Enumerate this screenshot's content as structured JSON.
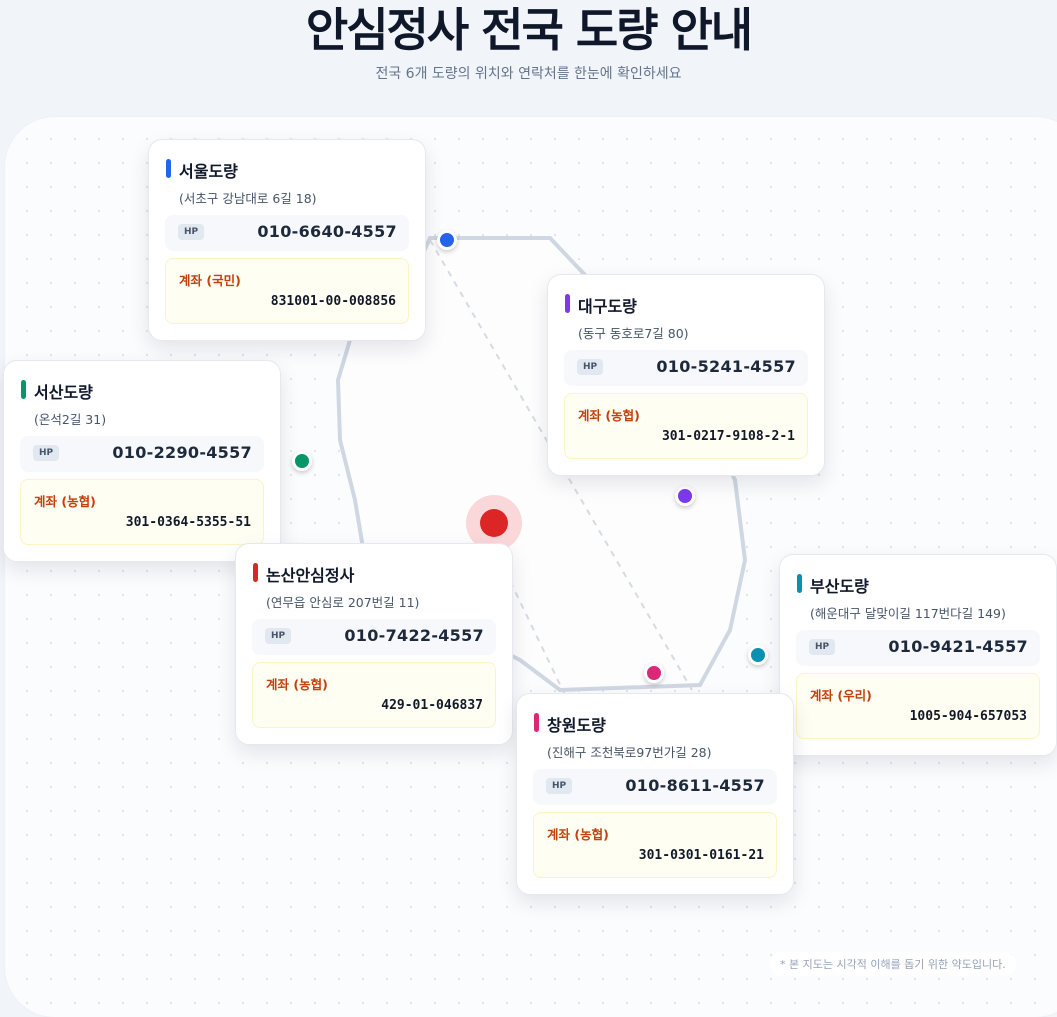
{
  "title": "안심정사 전국 도량 안내",
  "subtitle": "전국 6개 도량의 위치와 연락처를 한눈에 확인하세요",
  "hp_label": "HP",
  "locations": [
    {
      "name": "서울도량",
      "address": "(서초구 강남대로 6길 18)",
      "phone": "010-6640-4557",
      "account_label": "계좌 (국민)",
      "account": "831001-00-008856",
      "color": "#2563eb"
    },
    {
      "name": "대구도량",
      "address": "(동구 동호로7길 80)",
      "phone": "010-5241-4557",
      "account_label": "계좌 (농협)",
      "account": "301-0217-9108-2-1",
      "color": "#7c3aed"
    },
    {
      "name": "서산도량",
      "address": "(온석2길 31)",
      "phone": "010-2290-4557",
      "account_label": "계좌 (농협)",
      "account": "301-0364-5355-51",
      "color": "#059669"
    },
    {
      "name": "논산안심정사",
      "address": "(연무읍 안심로 207번길 11)",
      "phone": "010-7422-4557",
      "account_label": "계좌 (농협)",
      "account": "429-01-046837",
      "color": "#dc2626"
    },
    {
      "name": "부산도량",
      "address": "(해운대구 달맞이길 117번다길 149)",
      "phone": "010-9421-4557",
      "account_label": "계좌 (우리)",
      "account": "1005-904-657053",
      "color": "#0891b2"
    },
    {
      "name": "창원도량",
      "address": "(진해구 조천북로97번가길 28)",
      "phone": "010-8611-4557",
      "account_label": "계좌 (농협)",
      "account": "301-0301-0161-21",
      "color": "#db2777"
    }
  ],
  "note": "* 본 지도는 시각적 이해를 돕기 위한 약도입니다."
}
